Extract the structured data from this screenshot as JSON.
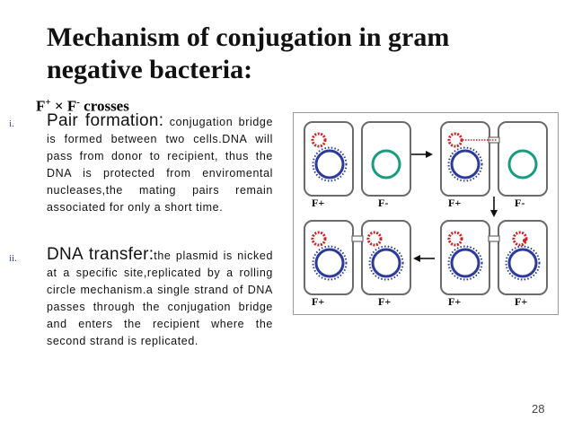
{
  "slide": {
    "title": "Mechanism of conjugation in gram negative bacteria:",
    "subtitle": {
      "left": "F",
      "left_sup": "+",
      "cross": "×",
      "right": "F",
      "right_sup": "-",
      "suffix": "crosses"
    },
    "items": [
      {
        "marker": "i.",
        "lead": "Pair formation:",
        "text": " conjugation bridge is formed between two cells.DNA will pass from donor to recipient, thus the DNA is protected from enviromental nucleases,the mating pairs remain associated for only a short time."
      },
      {
        "marker": "ii.",
        "lead": "DNA transfer:",
        "text": "the plasmid is nicked at a specific site,replicated by a rolling circle mechanism.a single strand of DNA passes through the conjugation bridge and enters the recipient where the second strand is replicated."
      }
    ],
    "page_number": "28"
  },
  "diagram": {
    "labels": {
      "a_left": "F+",
      "a_right": "F-",
      "b_left": "F+",
      "b_right": "F-",
      "c_left": "F+",
      "c_right": "F+",
      "d_left": "F+",
      "d_right": "F+"
    },
    "colors": {
      "plasmid": "#cc2222",
      "donor_chromosome": "#2b3a9b",
      "recipient_chromosome": "#1a9b80",
      "cell_outline": "#6a6a6a",
      "arrow": "#111111"
    },
    "icons": [
      "right-arrow-icon",
      "down-arrow-icon",
      "left-arrow-icon"
    ]
  }
}
